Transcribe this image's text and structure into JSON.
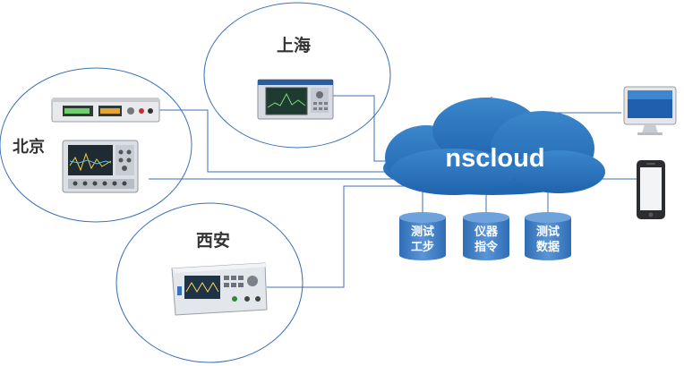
{
  "cloud": {
    "label": "nscloud"
  },
  "sites": [
    {
      "id": "shanghai",
      "name": "上海"
    },
    {
      "id": "beijing",
      "name": "北京"
    },
    {
      "id": "xian",
      "name": "西安"
    }
  ],
  "storages": [
    {
      "id": "test-steps",
      "lines": [
        "测试",
        "工步"
      ]
    },
    {
      "id": "instrument-commands",
      "lines": [
        "仪器",
        "指令"
      ]
    },
    {
      "id": "test-data",
      "lines": [
        "测试",
        "数据"
      ]
    }
  ],
  "colors": {
    "cloud": "#2a73b9",
    "cylinder": "#3f7fc5",
    "line": "#3c72b8",
    "ellipse": "#3c72b8"
  },
  "icons": [
    "signal-analyzer-icon",
    "dc-power-supply-icon",
    "oscilloscope-icon",
    "function-generator-icon",
    "desktop-monitor-icon",
    "smartphone-icon"
  ]
}
